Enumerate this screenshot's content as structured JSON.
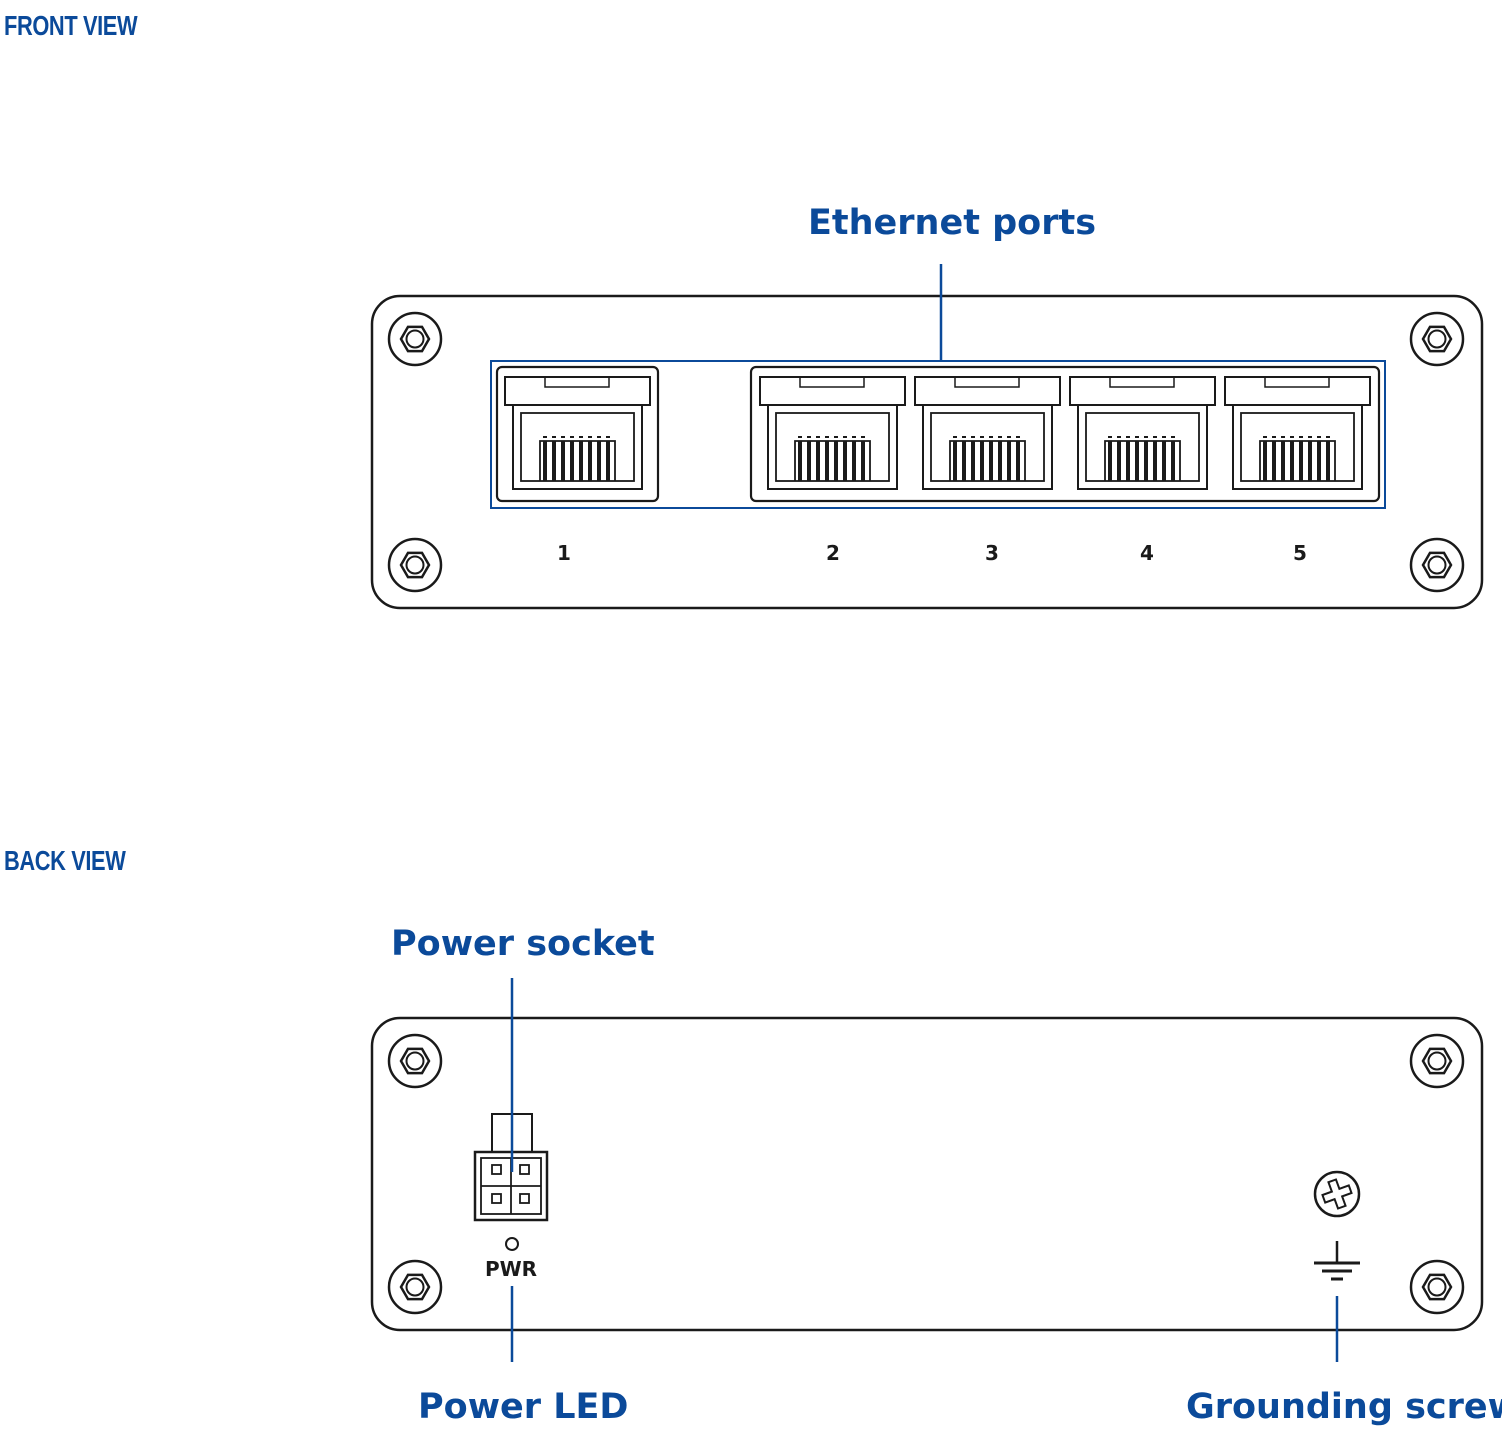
{
  "front_view": {
    "title": "FRONT VIEW",
    "callout": "Ethernet ports",
    "ports": [
      "1",
      "2",
      "3",
      "4",
      "5"
    ]
  },
  "back_view": {
    "title": "BACK VIEW",
    "callouts": {
      "power_socket": "Power socket",
      "power_led": "Power LED",
      "grounding_screw": "Grounding screw"
    },
    "pwr_label": "PWR"
  },
  "colors": {
    "accent": "#0b4a9a",
    "line": "#1a1a1a"
  },
  "icons": [
    "mounting-screw-icon",
    "rj45-port-icon",
    "power-connector-icon",
    "led-icon",
    "grounding-screw-icon",
    "ground-symbol-icon"
  ]
}
